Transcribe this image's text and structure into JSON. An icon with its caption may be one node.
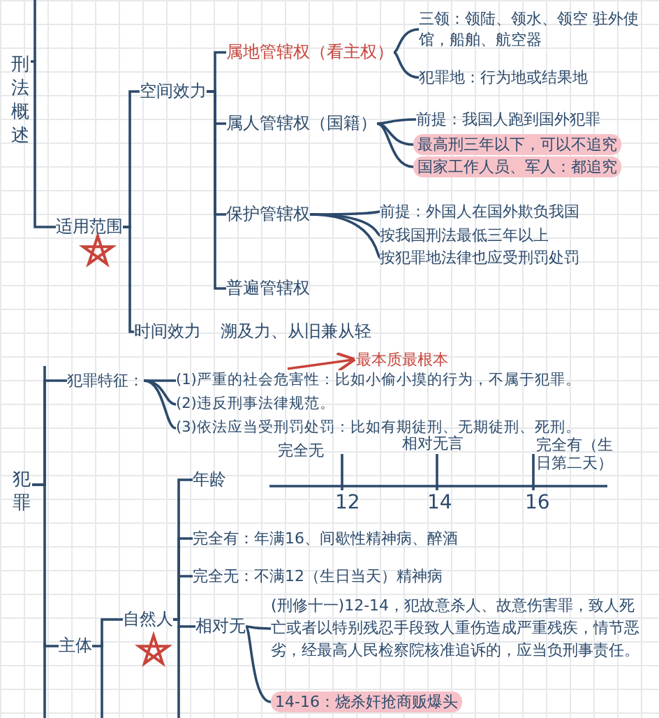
{
  "diagram": {
    "nodes": [
      {
        "text": [
          "刑法概述"
        ]
      },
      {
        "text": [
          "适用范围"
        ]
      },
      {
        "text": [
          "空间效力"
        ]
      },
      {
        "text": [
          "时间效力"
        ],
        "beside": [
          "溯及力、从旧兼从轻"
        ]
      },
      {
        "text": [
          "属地管辖权（看主权）"
        ]
      },
      {
        "text": [
          "属人管辖权（国籍）"
        ]
      },
      {
        "text": [
          "保护管辖权"
        ]
      },
      {
        "text": [
          "普遍管辖权"
        ]
      },
      {
        "text": [
          "三领：领陆、领水、领空 驻外使馆，船舶、航空器"
        ]
      },
      {
        "text": [
          "犯罪地：行为地或结果地"
        ]
      },
      {
        "text": [
          "前提：我国人跑到国外犯罪"
        ]
      },
      {
        "text": [
          "最高刑三年以下，可以不追究"
        ]
      },
      {
        "text": [
          "国家工作人员、军人：都追究"
        ]
      },
      {
        "text": [
          "前提：外国人在国外欺负我国"
        ]
      },
      {
        "text": [
          "按我国刑法最低三年以上"
        ]
      },
      {
        "text": [
          "按犯罪地法律也应受刑罚处罚"
        ]
      },
      {
        "text": [
          "犯罪"
        ]
      },
      {
        "text": [
          "犯罪特征："
        ]
      },
      {
        "text": [
          "(1)严重的社会危害性：比如小偷小摸的行为，不属于犯罪。"
        ]
      },
      {
        "text": [
          "(2)违反刑事法律规范。"
        ]
      },
      {
        "text": [
          "(3)依法应当受刑罚处罚：比如有期徒刑、无期徒刑、死刑。"
        ]
      },
      {
        "text": [
          "最本质最根本"
        ]
      },
      {
        "text": [
          "主体"
        ]
      },
      {
        "text": [
          "自然人"
        ]
      },
      {
        "text": [
          "年龄"
        ]
      },
      {
        "text": [
          "完全有：年满16、间歇性精神病、醉酒"
        ]
      },
      {
        "text": [
          "完全无：不满12（生日当天）精神病"
        ]
      },
      {
        "text": [
          "相对无"
        ]
      },
      {
        "text": [
          "(刑修十一)12-14，犯故意杀人、故意伤害罪，致人死亡或者以特别残忍手段致人重伤造成严重残疾，情节恶劣，经最高人民检察院核准追诉的，应当负刑事责任。"
        ]
      },
      {
        "text": [
          "14-16：烧杀奸抢商贩爆头"
        ]
      }
    ],
    "edges": [
      {
        "from": 0,
        "to": 1,
        "arrow": "none"
      },
      {
        "from": 1,
        "to": 2,
        "arrow": "none"
      },
      {
        "from": 1,
        "to": 3,
        "arrow": "none"
      },
      {
        "from": 2,
        "to": 4,
        "arrow": "none"
      },
      {
        "from": 2,
        "to": 5,
        "arrow": "none"
      },
      {
        "from": 2,
        "to": 6,
        "arrow": "none"
      },
      {
        "from": 2,
        "to": 7,
        "arrow": "none"
      },
      {
        "from": 4,
        "to": 8,
        "arrow": "none"
      },
      {
        "from": 4,
        "to": 9,
        "arrow": "none"
      },
      {
        "from": 5,
        "to": 10,
        "arrow": "none"
      },
      {
        "from": 5,
        "to": 11,
        "arrow": "none"
      },
      {
        "from": 5,
        "to": 12,
        "arrow": "none"
      },
      {
        "from": 6,
        "to": 13,
        "arrow": "none"
      },
      {
        "from": 6,
        "to": 14,
        "arrow": "none"
      },
      {
        "from": 6,
        "to": 15,
        "arrow": "none"
      },
      {
        "from": 16,
        "to": 17,
        "arrow": "none"
      },
      {
        "from": 17,
        "to": 18,
        "arrow": "none"
      },
      {
        "from": 17,
        "to": 19,
        "arrow": "none"
      },
      {
        "from": 17,
        "to": 20,
        "arrow": "none"
      },
      {
        "from": 18,
        "to": 21,
        "arrow": "to",
        "color": "#c8443a"
      },
      {
        "from": 16,
        "to": 22,
        "arrow": "none"
      },
      {
        "from": 22,
        "to": 23,
        "arrow": "none"
      },
      {
        "from": 23,
        "to": 24,
        "arrow": "none"
      },
      {
        "from": 23,
        "to": 25,
        "arrow": "none"
      },
      {
        "from": 23,
        "to": 26,
        "arrow": "none"
      },
      {
        "from": 23,
        "to": 27,
        "arrow": "none"
      },
      {
        "from": 27,
        "to": 28,
        "arrow": "none"
      },
      {
        "from": 27,
        "to": 29,
        "arrow": "none"
      }
    ],
    "labels": [
      "完全无",
      "相对无言",
      "完全有（生日第二天）",
      "12",
      "14",
      "16"
    ]
  }
}
